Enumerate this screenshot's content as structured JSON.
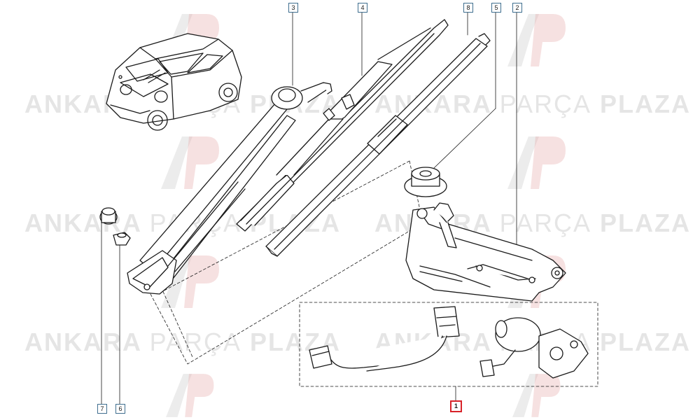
{
  "watermark": {
    "brand_a": "ANKARA",
    "brand_b": "PARÇA",
    "brand_c": "PLAZA",
    "logo_icon": "ap-logo-icon"
  },
  "colors": {
    "line": "#1a1a1a",
    "callout_border": "#3f6f8f",
    "highlight": "#d8232a",
    "watermark": "#b4b4b4"
  },
  "callouts": {
    "c1": "1",
    "c2": "2",
    "c3": "3",
    "c4": "4",
    "c5": "5",
    "c6": "6",
    "c7": "7",
    "c8": "8"
  },
  "highlighted_part": "1"
}
